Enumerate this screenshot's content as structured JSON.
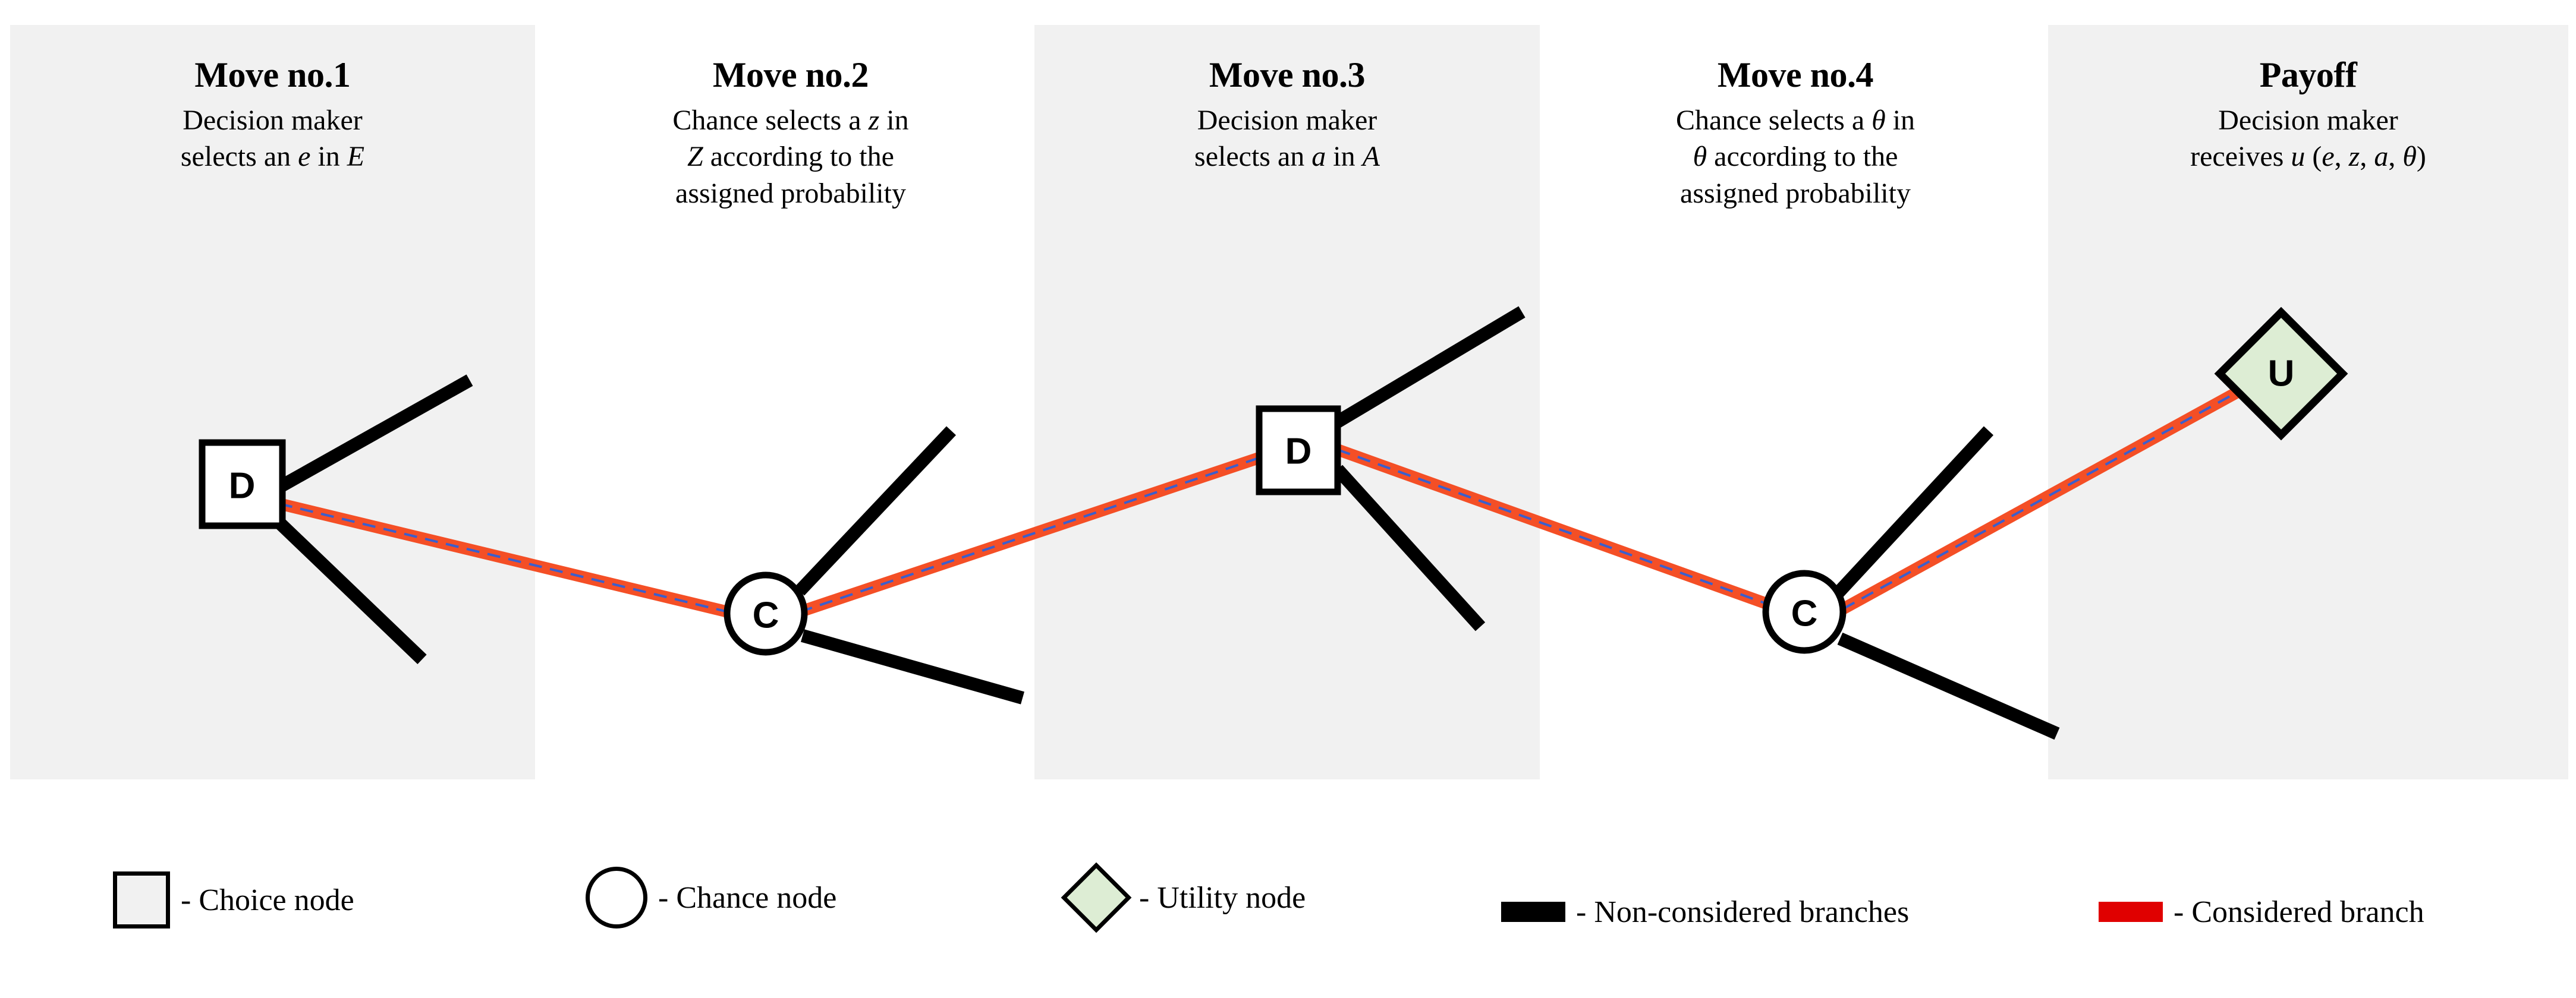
{
  "columns": [
    {
      "title": "Move no.1",
      "desc_html": "Decision maker<br>selects an <i>e</i> in <i>E</i>",
      "desc_text": "Decision maker selects an e in E"
    },
    {
      "title": "Move no.2",
      "desc_html": "Chance selects a <i>z</i> in<br><i>Z</i> according to the<br>assigned probability",
      "desc_text": "Chance selects a z in Z according to the assigned probability"
    },
    {
      "title": "Move no.3",
      "desc_html": "Decision maker<br>selects an <i>a</i> in <i>A</i>",
      "desc_text": "Decision maker selects an a in A"
    },
    {
      "title": "Move no.4",
      "desc_html": "Chance selects a <i>&#952;</i> in<br><i>&#952;</i> according to the<br>assigned probability",
      "desc_text": "Chance selects a θ in θ according to the assigned probability"
    },
    {
      "title": "Payoff",
      "desc_html": "Decision maker<br>receives <i>u</i> (<i>e</i>, <i>z</i>, <i>a</i>, <i>&#952;</i>)",
      "desc_text": "Decision maker receives u (e, z, a, θ)"
    }
  ],
  "nodes": [
    {
      "id": "d1",
      "label": "D",
      "shape": "square"
    },
    {
      "id": "c1",
      "label": "C",
      "shape": "circle"
    },
    {
      "id": "d2",
      "label": "D",
      "shape": "square"
    },
    {
      "id": "c2",
      "label": "C",
      "shape": "circle"
    },
    {
      "id": "u1",
      "label": "U",
      "shape": "diamond"
    }
  ],
  "legend": [
    {
      "icon": "choice-node-swatch",
      "label": "- Choice node"
    },
    {
      "icon": "chance-node-swatch",
      "label": "- Chance node"
    },
    {
      "icon": "utility-node-swatch",
      "label": "- Utility node"
    },
    {
      "icon": "non-considered-swatch",
      "label": "- Non-considered branches"
    },
    {
      "icon": "considered-swatch",
      "label": "- Considered branch"
    }
  ],
  "colors": {
    "band_background": "#f1f1f1",
    "considered_branch": "#f44f26",
    "considered_swatch": "#e00000",
    "non_considered_branch": "#000000",
    "utility_node_fill": "#ddedd4",
    "choice_node_fill": "#ffffff",
    "node_stroke": "#000000",
    "dash_overlay": "#3a5fcd"
  }
}
